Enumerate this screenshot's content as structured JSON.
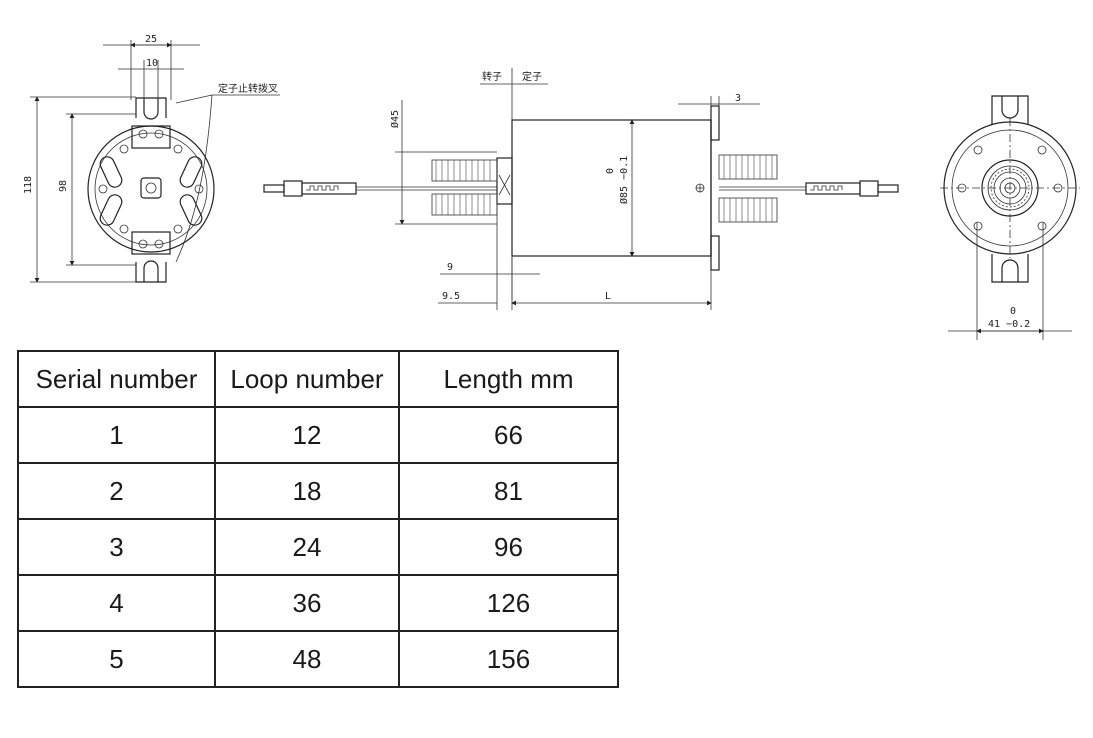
{
  "drawing": {
    "front_view": {
      "dim_width_outer": "25",
      "dim_width_inner": "10",
      "dim_height_outer": "118",
      "dim_height_inner": "98",
      "callout": "定子止转拨叉"
    },
    "side_view": {
      "label_rotor": "转子",
      "label_stator": "定子",
      "dim_bore": "Ø45",
      "dim_flange": "3",
      "dim_body_tol": "0",
      "dim_body": "Ø85 −0.1",
      "dim_offset_a": "9",
      "dim_offset_b": "9.5",
      "dim_length": "L"
    },
    "end_view": {
      "dim_tol": "0",
      "dim_width": "41 −0.2"
    }
  },
  "table": {
    "headers": [
      "Serial number",
      "Loop number",
      "Length mm"
    ],
    "rows": [
      [
        "1",
        "12",
        "66"
      ],
      [
        "2",
        "18",
        "81"
      ],
      [
        "3",
        "24",
        "96"
      ],
      [
        "4",
        "36",
        "126"
      ],
      [
        "5",
        "48",
        "156"
      ]
    ]
  }
}
